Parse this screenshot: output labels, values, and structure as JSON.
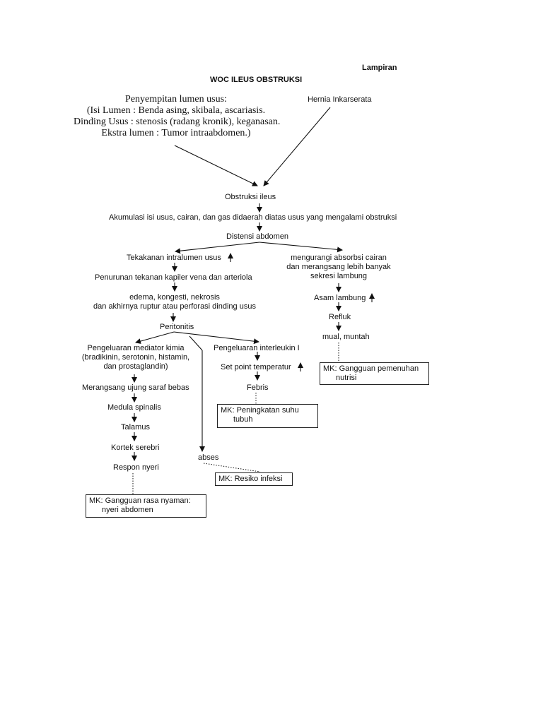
{
  "header": {
    "appendix_label": "Lampiran",
    "title": "WOC ILEUS OBSTRUKSI"
  },
  "causes": {
    "narrowing": [
      "Penyempitan lumen usus:",
      "(Isi Lumen : Benda asing, skibala, ascariasis.",
      "Dinding Usus : stenosis (radang kronik), keganasan.",
      "Ekstra lumen : Tumor intraabdomen.)"
    ],
    "hernia": "Hernia Inkarserata"
  },
  "flow": {
    "obstruction": "Obstruksi ileus",
    "accumulation": "Akumulasi isi usus, cairan, dan gas didaerah diatas usus yang mengalami obstruksi",
    "distension": "Distensi abdomen"
  },
  "left_branch": {
    "intraluminal_pressure": "Tekakanan intralumen usus",
    "capillary_pressure": "Penurunan tekanan kapiler  vena dan arteriola",
    "edema": [
      "edema, kongesti, nekrosis",
      "dan akhirnya ruptur atau perforasi dinding usus"
    ],
    "peritonitis": "Peritonitis",
    "mediators": [
      "Pengeluaran mediator kimia",
      "(bradikinin, serotonin, histamin,",
      "dan prostaglandin)"
    ],
    "nerve_stimulation": "Merangsang ujung saraf bebas",
    "medulla": "Medula spinalis",
    "thalamus": "Talamus",
    "cortex": "Kortek serebri",
    "pain_response": "Respon nyeri",
    "abscess": "abses"
  },
  "right_branch": {
    "absorption": [
      "mengurangi absorbsi cairan",
      "dan merangsang lebih banyak",
      "sekresi lambung"
    ],
    "gastric_acid": "Asam lambung",
    "reflux": "Refluk",
    "nausea": "mual, muntah"
  },
  "middle_branch": {
    "interleukin": "Pengeluaran interleukin I",
    "set_point": "Set point temperatur",
    "fever": "Febris"
  },
  "diagnoses": {
    "nutrition": [
      "MK: Gangguan pemenuhan",
      "nutrisi"
    ],
    "temperature": [
      "MK: Peningkatan suhu",
      "tubuh"
    ],
    "infection": "MK: Resiko infeksi",
    "comfort": [
      "MK: Gangguan rasa nyaman:",
      "nyeri abdomen"
    ]
  },
  "symbols": {
    "up_arrow": "↑"
  },
  "colors": {
    "line": "#111111",
    "box_border": "#222222"
  }
}
